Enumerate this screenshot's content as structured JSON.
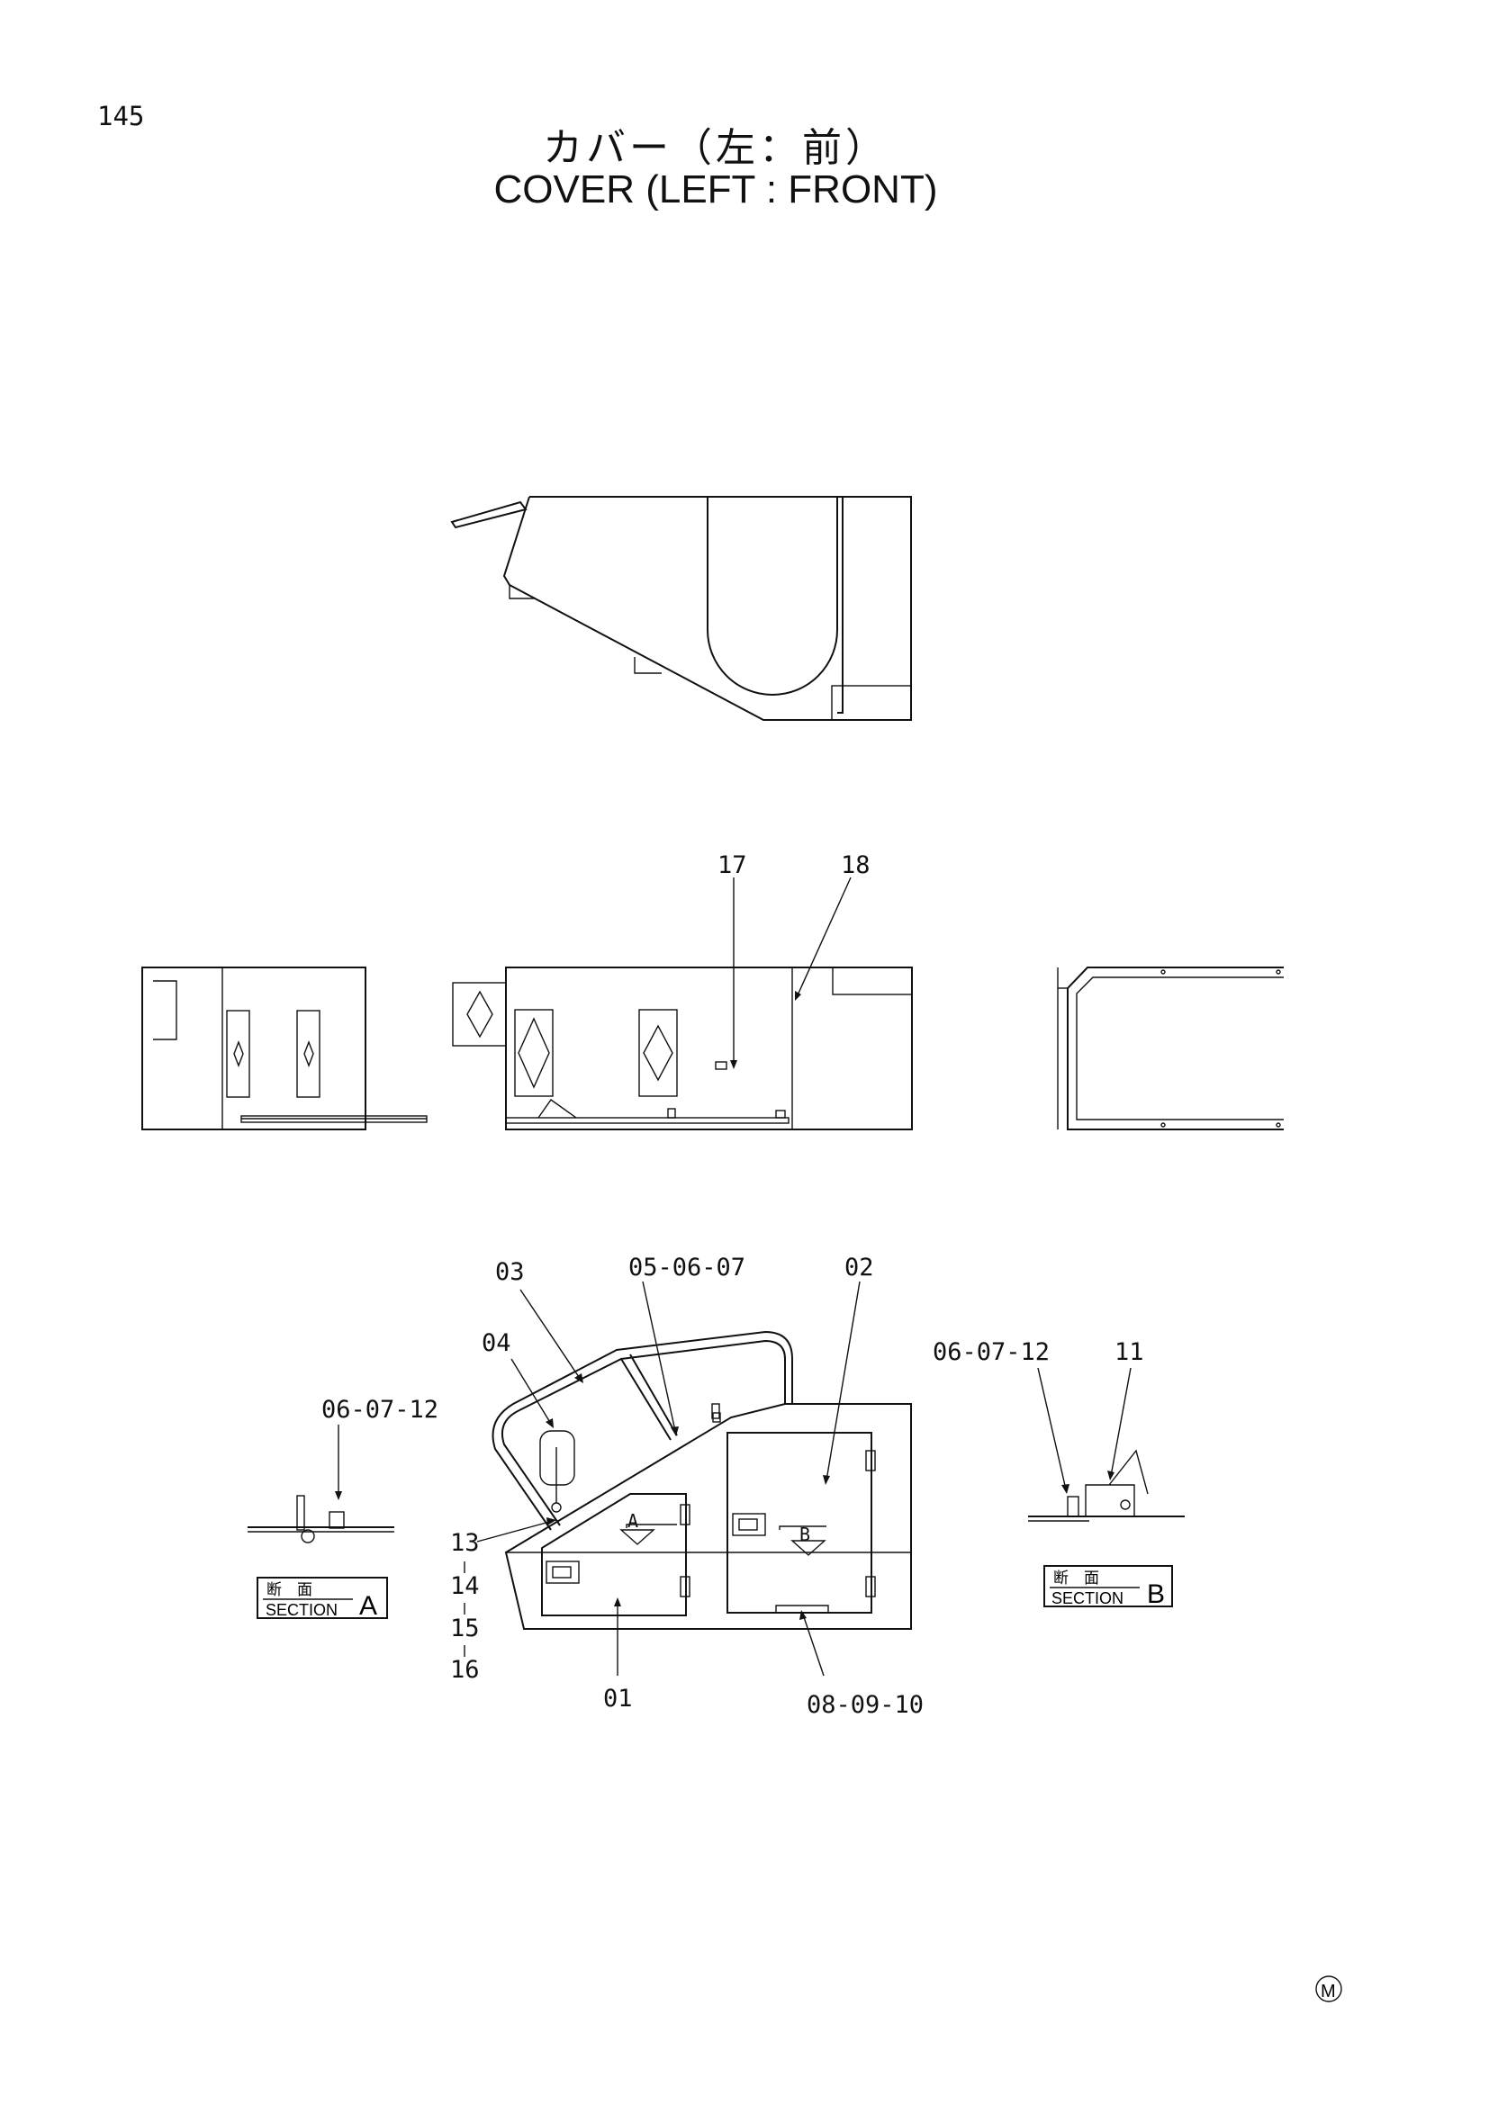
{
  "page_number": "145",
  "title_jp": "カバー（左：前）",
  "title_en": "COVER (LEFT : FRONT)",
  "callouts": {
    "c17": "17",
    "c18": "18",
    "c03": "03",
    "c04": "04",
    "c050607": "05-06-07",
    "c02": "02",
    "c060712_left": "06-07-12",
    "c060712_right": "06-07-12",
    "c11": "11",
    "c13": "13",
    "c14": "14",
    "c15": "15",
    "c16": "16",
    "c01": "01",
    "c080910": "08-09-10",
    "arrowA": "A",
    "arrowB": "B"
  },
  "section_a": {
    "jp": "断　面",
    "en": "SECTION",
    "letter": "A"
  },
  "section_b": {
    "jp": "断　面",
    "en": "SECTION",
    "letter": "B"
  },
  "mark": "M"
}
